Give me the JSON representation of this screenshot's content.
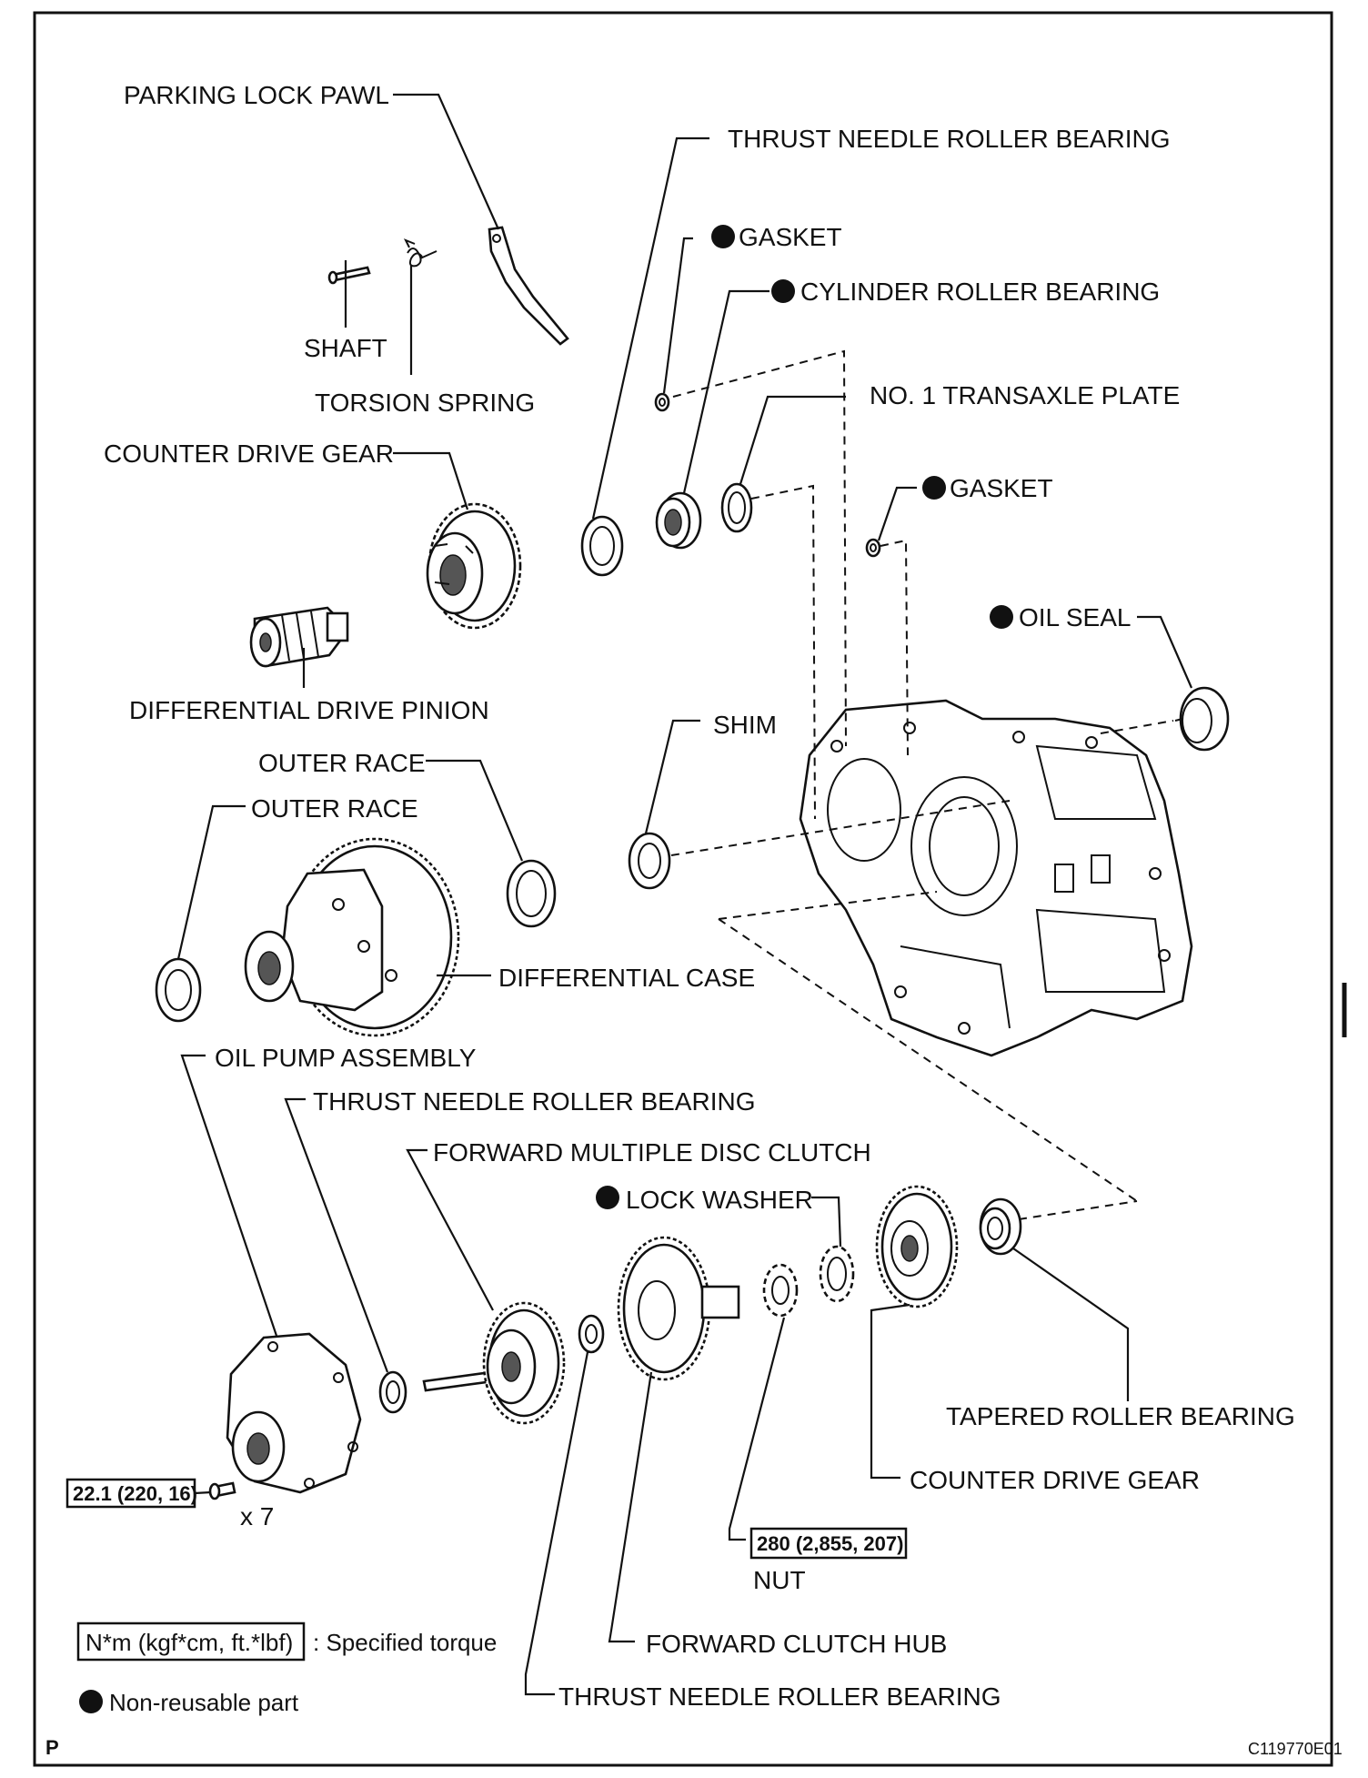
{
  "labels": {
    "parking_lock_pawl": "PARKING LOCK PAWL",
    "thrust_needle_roller_bearing_top": "THRUST NEEDLE ROLLER BEARING",
    "gasket_1": "GASKET",
    "cylinder_roller_bearing": "CYLINDER ROLLER BEARING",
    "shaft": "SHAFT",
    "torsion_spring": "TORSION SPRING",
    "no1_transaxle_plate": "NO. 1 TRANSAXLE PLATE",
    "counter_drive_gear_top": "COUNTER DRIVE GEAR",
    "gasket_2": "GASKET",
    "oil_seal": "OIL SEAL",
    "differential_drive_pinion": "DIFFERENTIAL DRIVE PINION",
    "shim": "SHIM",
    "outer_race_1": "OUTER RACE",
    "outer_race_2": "OUTER RACE",
    "differential_case": "DIFFERENTIAL CASE",
    "oil_pump_assembly": "OIL PUMP ASSEMBLY",
    "thrust_needle_roller_bearing_mid": "THRUST NEEDLE ROLLER BEARING",
    "forward_multiple_disc_clutch": "FORWARD MULTIPLE DISC CLUTCH",
    "lock_washer": "LOCK WASHER",
    "tapered_roller_bearing": "TAPERED ROLLER BEARING",
    "counter_drive_gear_bottom": "COUNTER DRIVE GEAR",
    "nut": "NUT",
    "forward_clutch_hub": "FORWARD CLUTCH HUB",
    "thrust_needle_roller_bearing_bottom": "THRUST NEEDLE ROLLER BEARING"
  },
  "torque": {
    "oil_pump_bolts": "22.1 (220, 16)",
    "oil_pump_bolt_qty": "x 7",
    "nut": "280 (2,855, 207)"
  },
  "legend": {
    "torque_box": "N*m (kgf*cm, ft.*lbf)",
    "torque_text": ": Specified torque",
    "non_reusable": "Non-reusable part"
  },
  "footer": {
    "corner_mark": "P",
    "figure_id": "C119770E01"
  }
}
